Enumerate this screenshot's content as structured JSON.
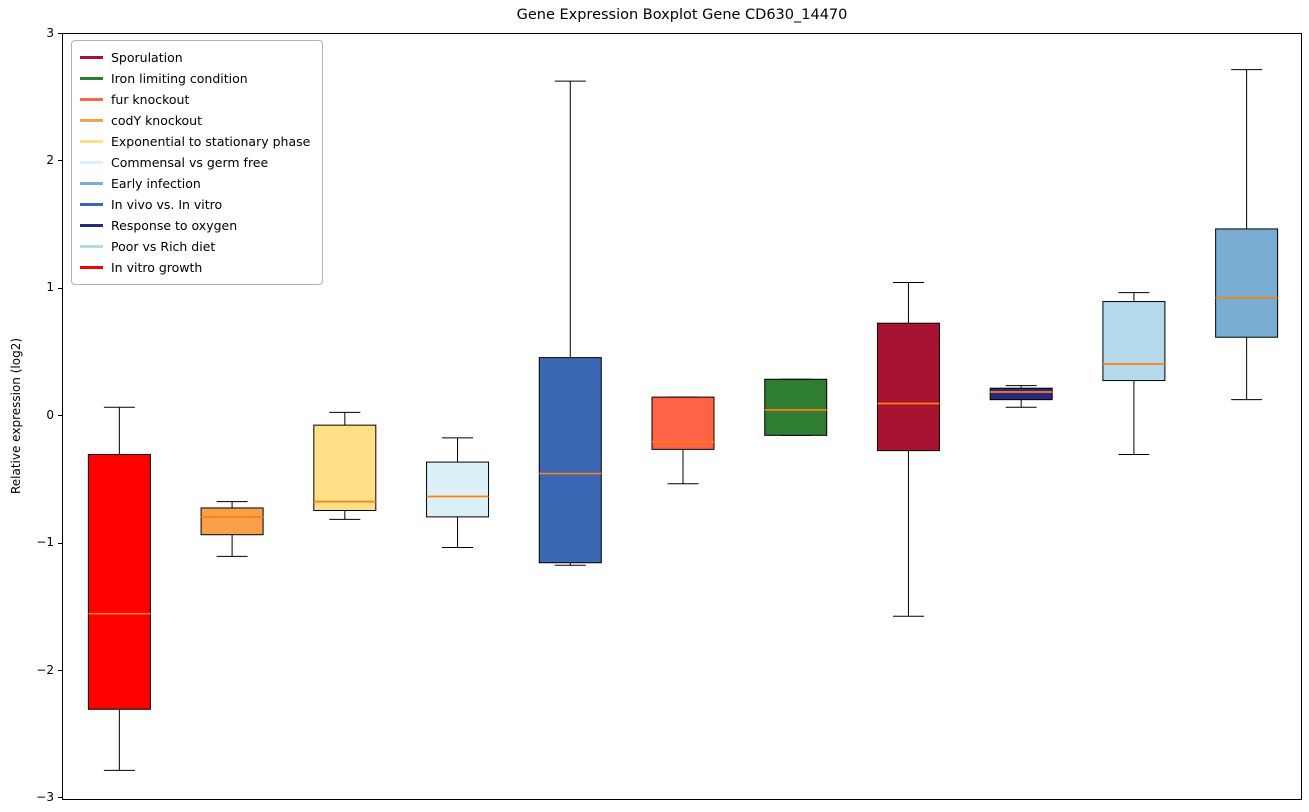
{
  "chart_data": {
    "type": "boxplot",
    "title": "Gene Expression Boxplot Gene CD630_14470",
    "ylabel": "Relative expression (log2)",
    "xlabel": "",
    "ylim": [
      -3.02,
      3.0
    ],
    "grid": false,
    "legend_position": "upper left",
    "median_color": "#ff7f0e",
    "yticks": [
      {
        "label": "3",
        "value": 3
      },
      {
        "label": "2",
        "value": 2
      },
      {
        "label": "1",
        "value": 1
      },
      {
        "label": "0",
        "value": 0
      },
      {
        "label": "−1",
        "value": -1
      },
      {
        "label": "−2",
        "value": -2
      },
      {
        "label": "−3",
        "value": -3
      }
    ],
    "legend": [
      {
        "label": "Sporulation",
        "color": "#a81331"
      },
      {
        "label": "Iron limiting condition",
        "color": "#2e7d32"
      },
      {
        "label": "fur knockout",
        "color": "#ff6347"
      },
      {
        "label": "codY knockout",
        "color": "#f9a14a"
      },
      {
        "label": "Exponential to stationary phase",
        "color": "#ffe088"
      },
      {
        "label": "Commensal vs germ free",
        "color": "#dcf1f7"
      },
      {
        "label": "Early infection",
        "color": "#79add2"
      },
      {
        "label": "In vivo vs. In vitro",
        "color": "#3a68b4"
      },
      {
        "label": "Response to oxygen",
        "color": "#29297d"
      },
      {
        "label": "Poor vs Rich diet",
        "color": "#b4d9ea"
      },
      {
        "label": "In vitro growth",
        "color": "#ff0000"
      }
    ],
    "series": [
      {
        "name": "In vitro growth",
        "color": "#ff0000",
        "whisker_low": -2.78,
        "q1": -2.3,
        "median": -1.55,
        "q3": -0.3,
        "whisker_high": 0.07
      },
      {
        "name": "codY knockout",
        "color": "#f9a14a",
        "whisker_low": -1.1,
        "q1": -0.93,
        "median": -0.79,
        "q3": -0.72,
        "whisker_high": -0.67
      },
      {
        "name": "Exponential to stationary phase",
        "color": "#ffe088",
        "whisker_low": -0.81,
        "q1": -0.74,
        "median": -0.67,
        "q3": -0.07,
        "whisker_high": 0.03
      },
      {
        "name": "Commensal vs germ free",
        "color": "#dcf1f7",
        "whisker_low": -1.03,
        "q1": -0.79,
        "median": -0.63,
        "q3": -0.36,
        "whisker_high": -0.17
      },
      {
        "name": "In vivo vs. In vitro",
        "color": "#3a68b4",
        "whisker_low": -1.17,
        "q1": -1.15,
        "median": -0.45,
        "q3": 0.46,
        "whisker_high": 2.63
      },
      {
        "name": "fur knockout",
        "color": "#ff6347",
        "whisker_low": -0.53,
        "q1": -0.26,
        "median": -0.2,
        "q3": 0.15,
        "whisker_high": 0.15
      },
      {
        "name": "Iron limiting condition",
        "color": "#2e7d32",
        "whisker_low": -0.15,
        "q1": -0.15,
        "median": 0.05,
        "q3": 0.29,
        "whisker_high": 0.29
      },
      {
        "name": "Sporulation",
        "color": "#a81331",
        "whisker_low": -1.57,
        "q1": -0.27,
        "median": 0.1,
        "q3": 0.73,
        "whisker_high": 1.05
      },
      {
        "name": "Response to oxygen",
        "color": "#29297d",
        "whisker_low": 0.07,
        "q1": 0.13,
        "median": 0.19,
        "q3": 0.22,
        "whisker_high": 0.24
      },
      {
        "name": "Poor vs Rich diet",
        "color": "#b4d9ea",
        "whisker_low": -0.3,
        "q1": 0.28,
        "median": 0.41,
        "q3": 0.9,
        "whisker_high": 0.97
      },
      {
        "name": "Early infection",
        "color": "#79add2",
        "whisker_low": 0.13,
        "q1": 0.62,
        "median": 0.93,
        "q3": 1.47,
        "whisker_high": 2.72
      }
    ]
  }
}
